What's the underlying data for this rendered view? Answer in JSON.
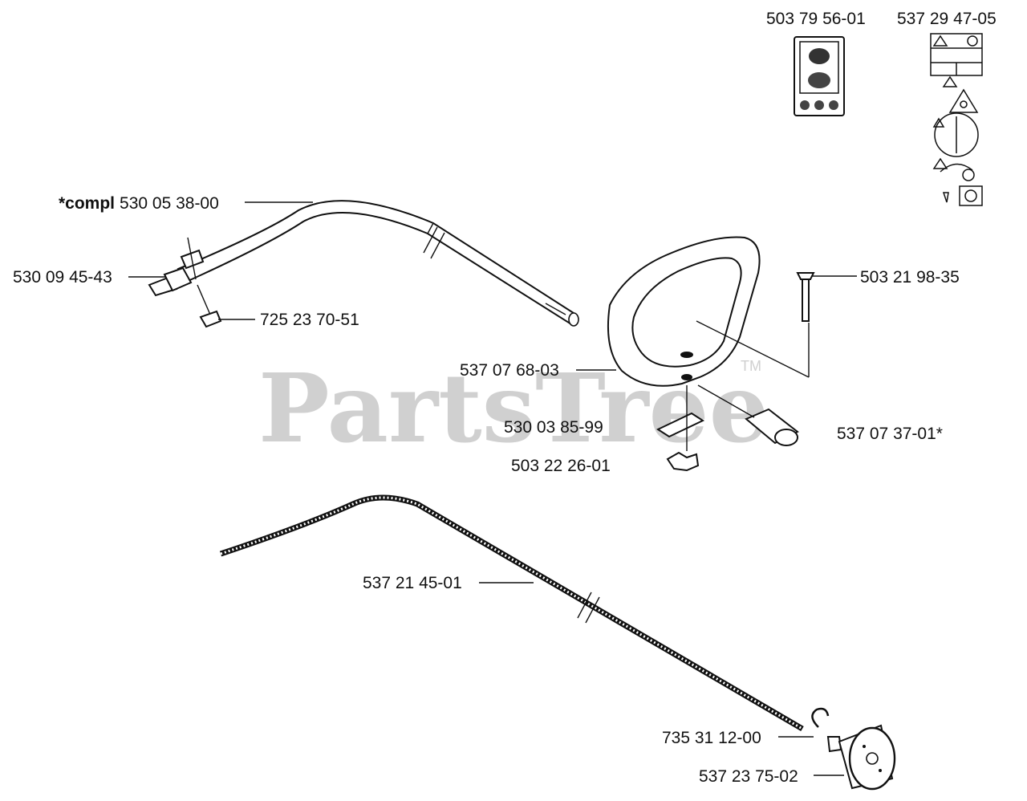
{
  "watermark": {
    "text": "PartsTree",
    "trademark": "TM"
  },
  "labels": {
    "decal_1": "503 79 56-01",
    "decal_2": "537 29 47-05",
    "shaft_tube_prefix": "*compl",
    "shaft_tube": "530 05 38-00",
    "coupling": "530 09 45-43",
    "screw_small": "725 23 70-51",
    "bolt": "503 21 98-35",
    "handle": "537 07 68-03",
    "clamp": "530 03 85-99",
    "wing_nut": "503 22 26-01",
    "sleeve": "537 07 37-01*",
    "drive_shaft": "537 21 45-01",
    "circlip": "735 31 12-00",
    "clutch_drum": "537 23 75-02"
  }
}
